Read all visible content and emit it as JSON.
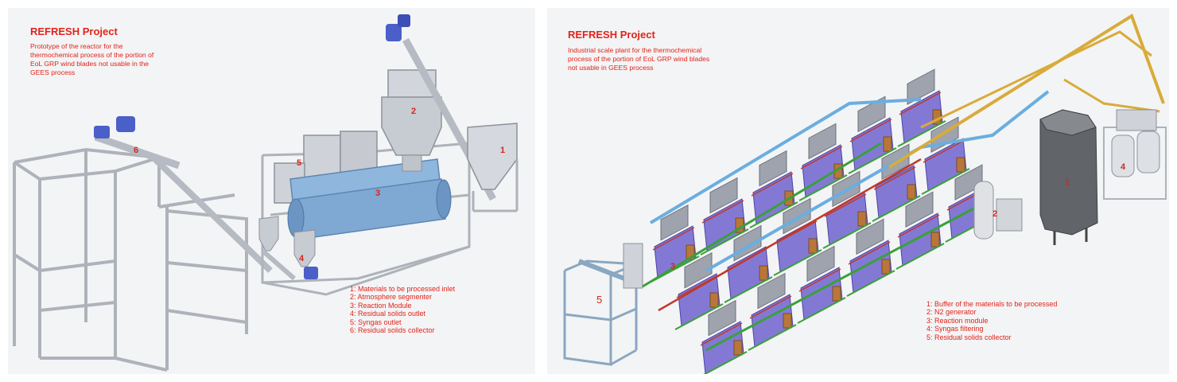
{
  "left_panel": {
    "title": "REFRESH Project",
    "description": "Prototype of the reactor for the thermochemical process of the portion of EoL GRP wind blades not usable in the GEES process",
    "legend": [
      "1: Materials to be processed inlet",
      "2: Atmosphere segmenter",
      "3: Reaction Module",
      "4: Residual solids outlet",
      "5: Syngas outlet",
      "6: Residual solids collector"
    ],
    "callouts": [
      "1",
      "2",
      "3",
      "4",
      "5",
      "6"
    ]
  },
  "right_panel": {
    "title": "REFRESH Project",
    "description": "Industrial scale plant for the thermochemical process of the portion of EoL GRP wind blades not usable in GEES process",
    "legend": [
      "1: Buffer of the materials to be processed",
      "2: N2 generator",
      "3: Reaction module",
      "4: Syngas filtering",
      "5: Residual solids collector"
    ],
    "callouts": [
      "1",
      "2",
      "3",
      "4",
      "5"
    ]
  },
  "colors": {
    "label_red": "#e2231a",
    "panel_bg": "#f3f4f5",
    "frame": "#c8ccd3",
    "reactor_blue": "#8fb6dc",
    "motor_blue": "#4a5fc8",
    "pipe_yellow": "#d8ab3a",
    "pipe_blue": "#6aaee0",
    "frame_green": "#3aa03a",
    "pipe_red": "#c0392b",
    "module_violet": "#6f63cf"
  }
}
